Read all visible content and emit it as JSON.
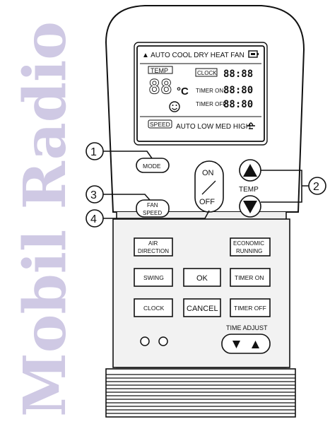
{
  "watermark": "Mobil Radio",
  "display": {
    "mode_row": "▲ AUTO COOL DRY HEAT FAN",
    "temp_tag": "TEMP",
    "temp_digits": "88",
    "temp_unit": "°C",
    "clock_tag": "CLOCK",
    "clock_value": "88:88",
    "timer_on_label": "TIMER ON",
    "timer_on_value": "88:80",
    "timer_off_label": "TIMER OFF",
    "timer_off_value": "88:80",
    "speed_tag": "SPEED",
    "speed_row": "AUTO LOW MED HIGH",
    "smiley_icon": "smiley-icon",
    "battery_icon": "battery-icon",
    "fan_icon": "fan-icon"
  },
  "buttons": {
    "mode": "MODE",
    "fan_speed_1": "FAN",
    "fan_speed_2": "SPEED",
    "on": "ON",
    "slash": "/",
    "off": "OFF",
    "temp_label": "TEMP",
    "air_direction_1": "AIR",
    "air_direction_2": "DIRECTION",
    "economic_1": "ECONOMIC",
    "economic_2": "RUNNING",
    "swing": "SWING",
    "ok": "OK",
    "timer_on": "TIMER ON",
    "clock": "CLOCK",
    "cancel": "CANCEL",
    "timer_off": "TIMER OFF",
    "time_adjust": "TIME ADJUST"
  },
  "callouts": [
    "①",
    "②",
    "③",
    "④"
  ]
}
